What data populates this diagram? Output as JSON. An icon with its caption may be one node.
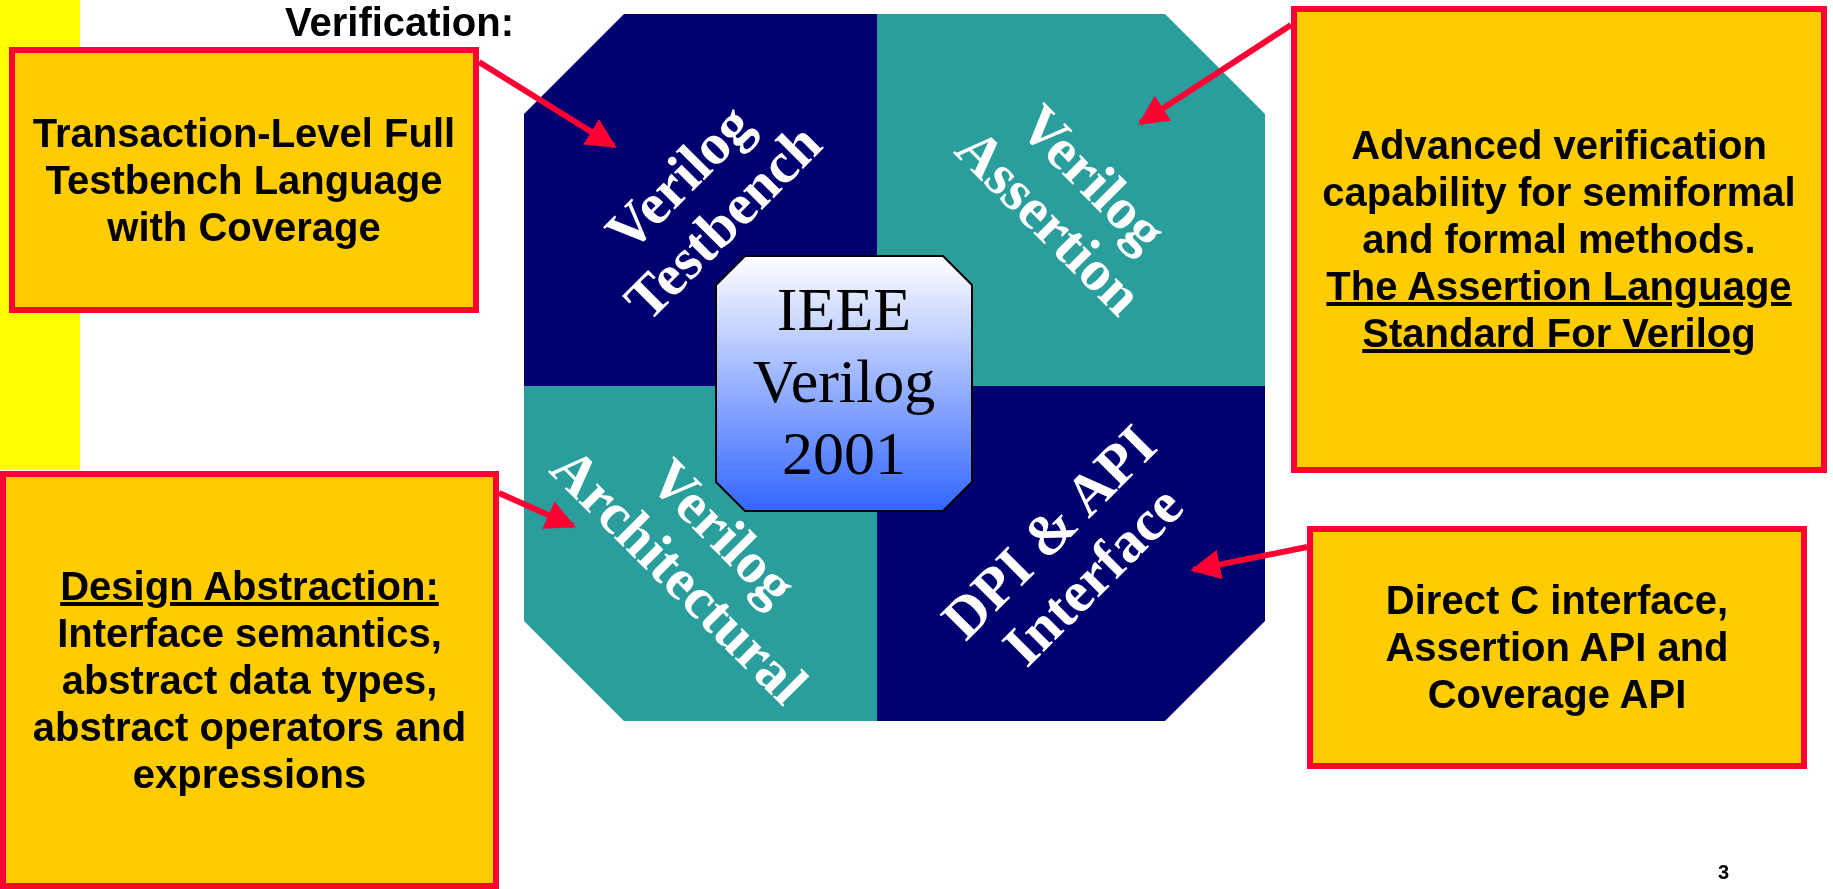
{
  "diagram": {
    "title": "Verification:",
    "nodes": [
      {
        "text": [
          "Transaction-Level Full Testbench Language with Coverage"
        ]
      },
      {
        "text": [
          "Verilog Testbench"
        ]
      },
      {
        "text": [
          "Verilog Assertion"
        ]
      },
      {
        "text": [
          "Advanced verification capability for semiformal and formal methods.",
          "The Assertion Language Standard For Verilog"
        ]
      },
      {
        "text": [
          "IEEE Verilog 2001"
        ]
      },
      {
        "text": [
          "Verilog Architectural"
        ]
      },
      {
        "text": [
          "Design Abstraction:",
          "Interface semantics, abstract data types, abstract operators and expressions"
        ]
      },
      {
        "text": [
          "DPI & API Interface"
        ]
      },
      {
        "text": [
          "Direct C interface, Assertion API and Coverage API"
        ]
      }
    ],
    "edges": [
      {
        "from": 0,
        "to": 1,
        "arrow": "to"
      },
      {
        "from": 3,
        "to": 2,
        "arrow": "to"
      },
      {
        "from": 6,
        "to": 5,
        "arrow": "to"
      },
      {
        "from": 8,
        "to": 7,
        "arrow": "to"
      }
    ],
    "labels": [
      "3"
    ]
  }
}
